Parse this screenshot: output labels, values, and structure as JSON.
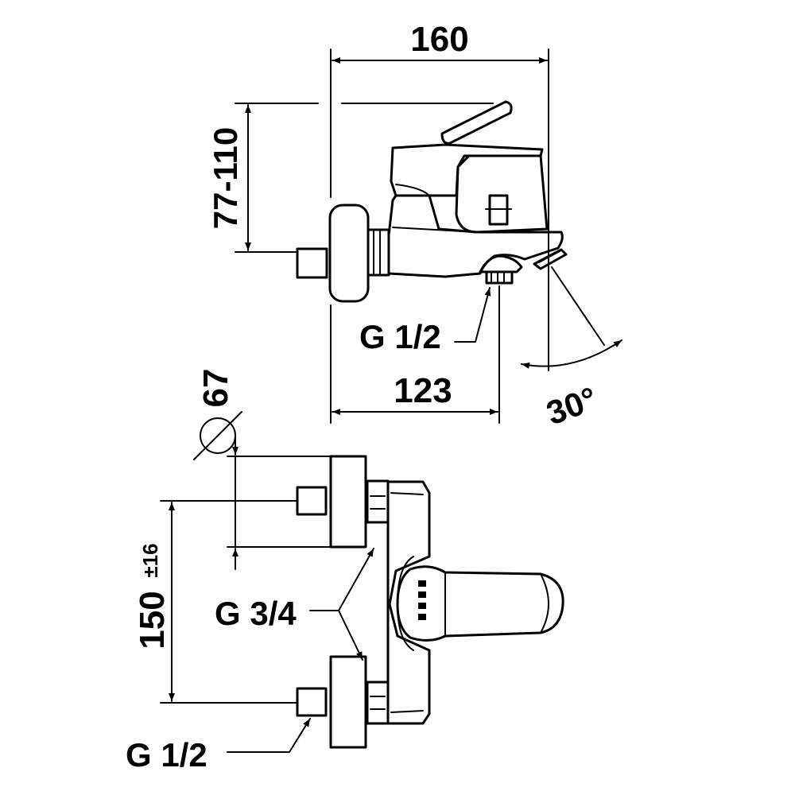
{
  "dimensions": {
    "total_length": "160",
    "height_range": "77-110",
    "spout_length": "123",
    "spout_angle": "30°",
    "outlet_thread_side": "G 1/2",
    "flange_diameter": "67",
    "center_distance": "150",
    "center_tolerance": "±16",
    "connection_thread": "G 3/4",
    "inlet_thread": "G 1/2"
  }
}
